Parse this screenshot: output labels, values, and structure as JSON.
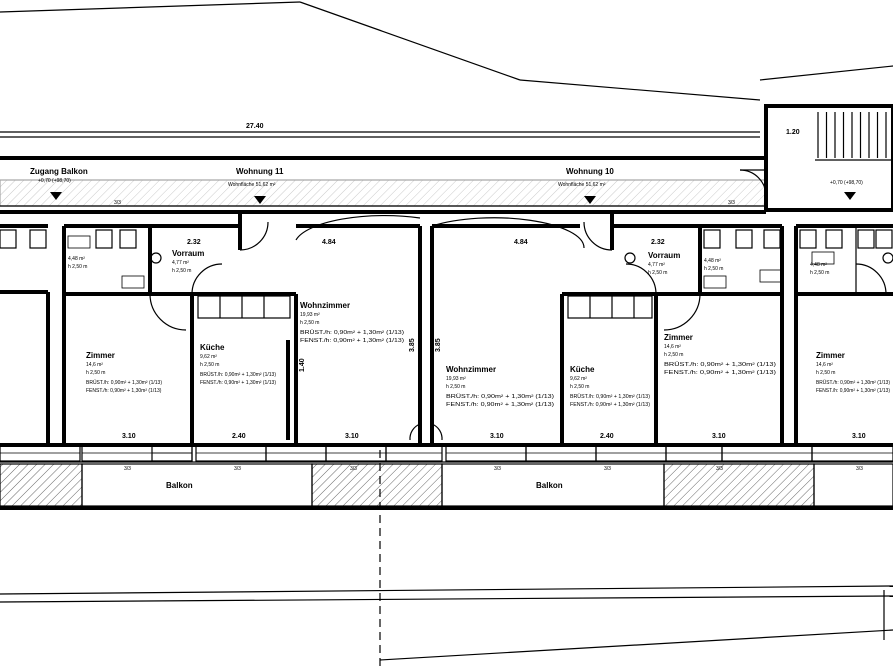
{
  "plan": {
    "overall_dimension": "27.40",
    "stair_dimension": "1.20",
    "stair_level": "+0,70 (+98,70)",
    "access_balcony": {
      "title": "Zugang Balkon",
      "level": "+0,70 (+98,70)"
    },
    "units": [
      {
        "title": "Wohnung 11",
        "area_note": "Wohnfläche 51,62 m²",
        "hall_width": "2.32",
        "living_width": "4.84"
      },
      {
        "title": "Wohnung 10",
        "area_note": "Wohnfläche 51,62 m²",
        "hall_width": "2.32",
        "living_width": "4.84"
      }
    ],
    "rooms": {
      "vorraum": {
        "name": "Vorraum",
        "area": "4,77 m²",
        "height": "h 2,50 m"
      },
      "zimmer_left": {
        "name": "Zimmer",
        "area": "14,6 m²",
        "height": "h 2,50 m",
        "line1": "BRÜST./h: 0,90m² + 1,30m² (1/13)",
        "line2": "FENST./h: 0,90m² + 1,30m² (1/13)"
      },
      "kueche_left": {
        "name": "Küche",
        "area": "9,62 m²",
        "height": "h 2,50 m",
        "line1": "BRÜST./h: 0,90m² + 1,30m² (1/13)",
        "line2": "FENST./h: 0,90m² + 1,30m² (1/13)"
      },
      "wohnzimmer_left": {
        "name": "Wohnzimmer",
        "area": "19,93 m²",
        "height": "h 2,50 m",
        "line1": "BRÜST./h: 0,90m² + 1,30m² (1/13)",
        "line2": "FENST./h: 0,90m² + 1,30m² (1/13)"
      },
      "wohnzimmer_right": {
        "name": "Wohnzimmer",
        "area": "19,93 m²",
        "height": "h 2,50 m",
        "line1": "BRÜST./h: 0,90m² + 1,30m² (1/13)",
        "line2": "FENST./h: 0,90m² + 1,30m² (1/13)"
      },
      "kueche_right": {
        "name": "Küche",
        "area": "9,62 m²",
        "height": "h 2,50 m",
        "line1": "BRÜST./h: 0,90m² + 1,30m² (1/13)",
        "line2": "FENST./h: 0,90m² + 1,30m² (1/13)"
      },
      "vorraum_right": {
        "name": "Vorraum",
        "area": "4,77 m²",
        "height": "h 2,50 m"
      },
      "zimmer_right": {
        "name": "Zimmer",
        "area": "14,6 m²",
        "height": "h 2,50 m",
        "line1": "BRÜST./h: 0,90m² + 1,30m² (1/13)",
        "line2": "FENST./h: 0,90m² + 1,30m² (1/13)"
      },
      "zimmer_far_right": {
        "name": "Zimmer",
        "area": "14,6 m²",
        "height": "h 2,50 m",
        "line1": "BRÜST./h: 0,90m² + 1,30m² (1/13)",
        "line2": "FENST./h: 0,90m² + 1,30m² (1/13)"
      },
      "bad_left": {
        "area": "4,48 m²",
        "height": "h 2,50 m"
      },
      "bad_right": {
        "area": "4,48 m²",
        "height": "h 2,50 m"
      },
      "wc_right": {
        "area": "4,48 m²",
        "height": "h 2,50 m"
      }
    },
    "facade_dims": [
      "3.10",
      "2.40",
      "3.10",
      "3.10",
      "2.40",
      "3.10",
      "3.10"
    ],
    "side_dims": {
      "living": "3.85",
      "kitchen": "1.40",
      "unit10_living": "3.85"
    },
    "balcony_labels": [
      "Balkon",
      "Balkon"
    ],
    "window_tag": "3/3"
  }
}
